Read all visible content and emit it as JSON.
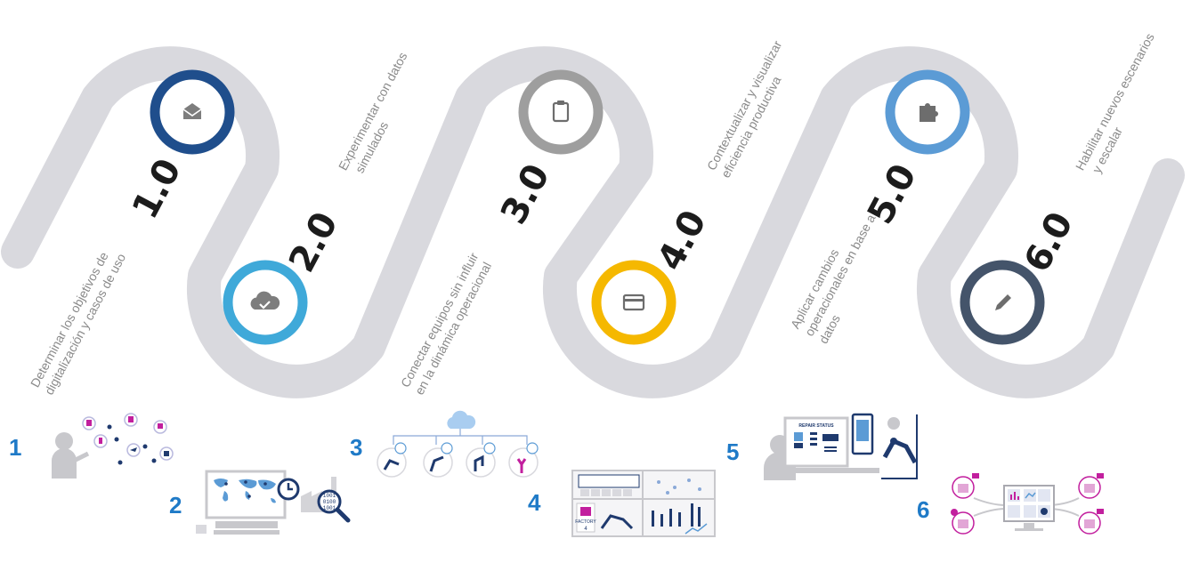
{
  "milestones": [
    {
      "num": "1.0",
      "text": [
        "Determinar los objetivos de",
        "digitalización y casos de uso"
      ],
      "color": "#1f4e8c",
      "icon": "envelope-open-icon"
    },
    {
      "num": "2.0",
      "text": [
        "Experimentar con datos",
        "simulados"
      ],
      "color": "#3fa9d9",
      "icon": "cloud-check-icon"
    },
    {
      "num": "3.0",
      "text": [
        "Conectar equipos sin influir",
        "en la dinámica operacional"
      ],
      "color": "#9e9e9e",
      "icon": "clipboard-icon"
    },
    {
      "num": "4.0",
      "text": [
        "Contextualizar y visualizar",
        "eficiencia productiva"
      ],
      "color": "#f5b800",
      "icon": "credit-card-icon"
    },
    {
      "num": "5.0",
      "text": [
        "Aplicar cambios",
        "operacionales en base a",
        "datos"
      ],
      "color": "#5b9bd5",
      "icon": "puzzle-icon"
    },
    {
      "num": "6.0",
      "text": [
        "Habilitar nuevos escenarios",
        "y escalar"
      ],
      "color": "#44546a",
      "icon": "pencil-icon"
    }
  ],
  "steps": [
    "1",
    "2",
    "3",
    "4",
    "5",
    "6"
  ],
  "illustrations": {
    "repair_status": "REPAIR STATUS",
    "factory": "FACTORY",
    "factory_num": "4",
    "binary_lines": [
      "1001",
      "0100",
      "1001"
    ]
  },
  "colors": {
    "road": "#d9d9de",
    "step_number": "#1f7ac7",
    "number_text": "#1c1c1c",
    "description_text": "#8a8a8a",
    "accent_magenta": "#c21f9e",
    "accent_navy": "#1f3a6e"
  }
}
